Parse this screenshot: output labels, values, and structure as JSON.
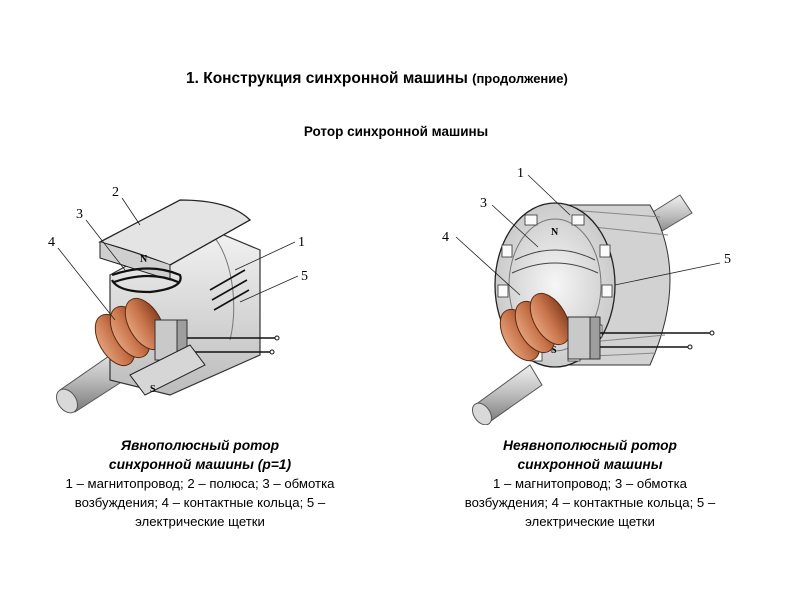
{
  "title": {
    "main": "1. Конструкция синхронной машины",
    "paren": "(продолжение)"
  },
  "subtitle": "Ротор синхронной машины",
  "left": {
    "caption_line1": "Явнополюсный ротор",
    "caption_line2": "синхронной машины (р=1)",
    "legend_line1": "1 – магнитопровод; 2 – полюса; 3 – обмотка",
    "legend_line2": "возбуждения; 4 – контактные кольца; 5 –",
    "legend_line3": "электрические щетки",
    "labels": {
      "l1": "1",
      "l2": "2",
      "l3": "3",
      "l4": "4",
      "l5": "5"
    },
    "pole_n": "N",
    "pole_s": "S"
  },
  "right": {
    "caption_line1": "Неявнополюсный ротор",
    "caption_line2": "синхронной машины",
    "legend_line1": "1 – магнитопровод; 3 – обмотка",
    "legend_line2": "возбуждения; 4 – контактные кольца; 5 –",
    "legend_line3": "электрические щетки",
    "labels": {
      "l1": "1",
      "l3": "3",
      "l4": "4",
      "l5": "5"
    },
    "pole_n": "N",
    "pole_s": "S"
  },
  "colors": {
    "copper": "#c8734a",
    "copper_dark": "#9a4a2a",
    "steel": "#bdbdbd",
    "steel_light": "#e6e6e6",
    "steel_dark": "#8a8a8a"
  }
}
